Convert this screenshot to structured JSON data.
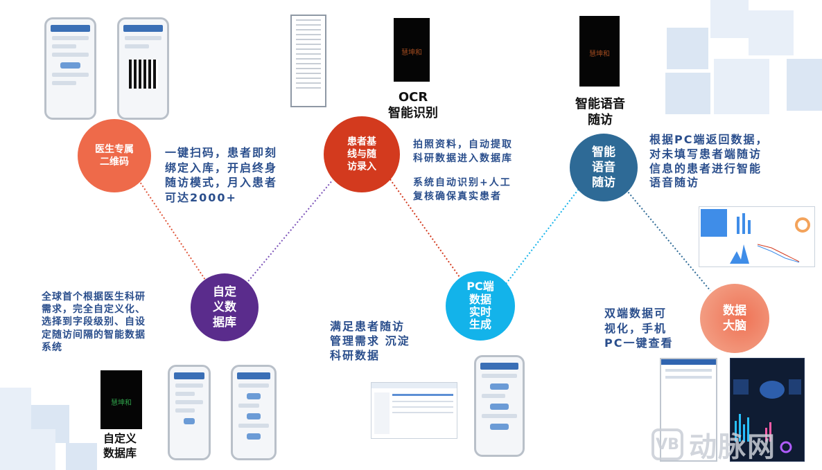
{
  "nodes": {
    "doctor_qr": {
      "label": "医生专属\n二维码",
      "color": "#ee6a4a"
    },
    "patient_entry": {
      "label": "患者基\n线与随\n访录入",
      "color": "#d33a1e"
    },
    "voice_followup": {
      "label": "智能\n语音\n随访",
      "color": "#2e6a96"
    },
    "custom_db": {
      "label": "自定\n义数\n据库",
      "color": "#5a2c8c"
    },
    "pc_realtime": {
      "label": "PC端\n数据\n实时\n生成",
      "color": "#13b3ea"
    },
    "data_brain": {
      "label": "数据\n大脑",
      "color": "#ef7356"
    }
  },
  "descriptions": {
    "doctor_qr": "一键扫码，患者即刻\n绑定入库，开启终身\n随访模式，月入患者\n可达2000+",
    "patient_entry_1": "拍照资料，自动提取\n科研数据进入数据库",
    "patient_entry_2": "系统自动识别+人工\n复核确保真实患者",
    "voice_followup": "根据PC端返回数据，\n对未填写患者端随访\n信息的患者进行智能\n语音随访",
    "custom_db": "全球首个根据医生科研\n需求，完全自定义化、\n选择到字段级别、自设\n定随访间隔的智能数据\n系统",
    "pc_realtime": "满足患者随访\n管理需求 沉淀\n科研数据",
    "data_brain": "双端数据可\n视化，手机\nPC一键查看"
  },
  "labels": {
    "ocr": "OCR\n智能识别",
    "voice": "智能语音\n随访",
    "custom_db": "自定义\n数据库"
  },
  "logos": {
    "dark_box_text": "慧坤和",
    "watermark": "动脉网"
  }
}
